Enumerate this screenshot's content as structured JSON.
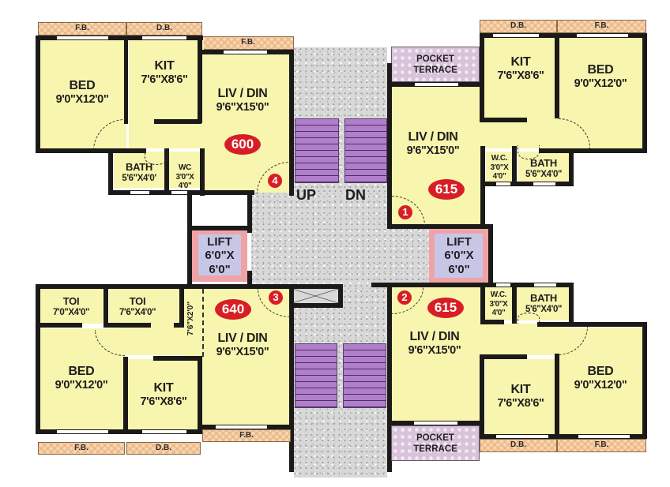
{
  "plan": {
    "stair_labels": {
      "up": "UP",
      "down": "DN"
    },
    "colors": {
      "room_fill": "#f8f5ae",
      "wall": "#1b1a18",
      "balcony": "#f7d6b0",
      "pocket_terrace": "#d9c3da",
      "lobby": "#d8d8d8",
      "stairs": "#b07fcc",
      "lift_outer": "#f0a3a6",
      "lift_inner": "#c8c6e6",
      "badge": "#d81e25"
    },
    "lifts": [
      {
        "label": "LIFT",
        "dim1": "6'0\"X",
        "dim2": "6'0\""
      },
      {
        "label": "LIFT",
        "dim1": "6'0\"X",
        "dim2": "6'0\""
      }
    ],
    "flats": [
      {
        "number": "4",
        "area": "600",
        "rooms": {
          "bed": {
            "name": "BED",
            "dim": "9'0\"X12'0\""
          },
          "kit": {
            "name": "KIT",
            "dim": "7'6\"X8'6\""
          },
          "liv": {
            "name": "LIV / DIN",
            "dim": "9'6\"X15'0\""
          },
          "bath": {
            "name": "BATH",
            "dim": "5'6\"X4'0'"
          },
          "wc": {
            "name": "WC",
            "dim1": "3'0\"X",
            "dim2": "4'0\""
          }
        },
        "balconies": [
          "F.B.",
          "D.B.",
          "F.B."
        ]
      },
      {
        "number": "1",
        "area": "615",
        "rooms": {
          "terrace": {
            "line1": "POCKET",
            "line2": "TERRACE"
          },
          "kit": {
            "name": "KIT",
            "dim": "7'6\"X8'6\""
          },
          "bed": {
            "name": "BED",
            "dim": "9'0\"X12'0\""
          },
          "liv": {
            "name": "LIV / DIN",
            "dim": "9'6\"X15'0\""
          },
          "wc": {
            "name": "W.C.",
            "dim1": "3'0\"X",
            "dim2": "4'0\""
          },
          "bath": {
            "name": "BATH",
            "dim": "5'6\"X4'0\""
          }
        },
        "balconies": [
          "D.B.",
          "F.B."
        ]
      },
      {
        "number": "3",
        "area": "640",
        "rooms": {
          "toi1": {
            "name": "TOI",
            "dim": "7'0\"X4'0\""
          },
          "toi2": {
            "name": "TOI",
            "dim": "7'6\"X4'0\""
          },
          "passage": {
            "dim": "7'6\"X2'0\""
          },
          "bed": {
            "name": "BED",
            "dim": "9'0\"X12'0\""
          },
          "kit": {
            "name": "KIT",
            "dim": "7'6\"X8'6\""
          },
          "liv": {
            "name": "LIV / DIN",
            "dim": "9'6\"X15'0\""
          }
        },
        "balconies": [
          "F.B.",
          "D.B.",
          "F.B."
        ]
      },
      {
        "number": "2",
        "area": "615",
        "rooms": {
          "liv": {
            "name": "LIV / DIN",
            "dim": "9'6\"X15'0\""
          },
          "wc": {
            "name": "W.C.",
            "dim1": "3'0\"X",
            "dim2": "4'0\""
          },
          "bath": {
            "name": "BATH",
            "dim": "5'6\"X4'0\""
          },
          "bed": {
            "name": "BED",
            "dim": "9'0\"X12'0\""
          },
          "kit": {
            "name": "KIT",
            "dim": "7'6\"X8'6\""
          },
          "terrace": {
            "line1": "POCKET",
            "line2": "TERRACE"
          }
        },
        "balconies": [
          "D.B.",
          "F.B."
        ]
      }
    ]
  }
}
